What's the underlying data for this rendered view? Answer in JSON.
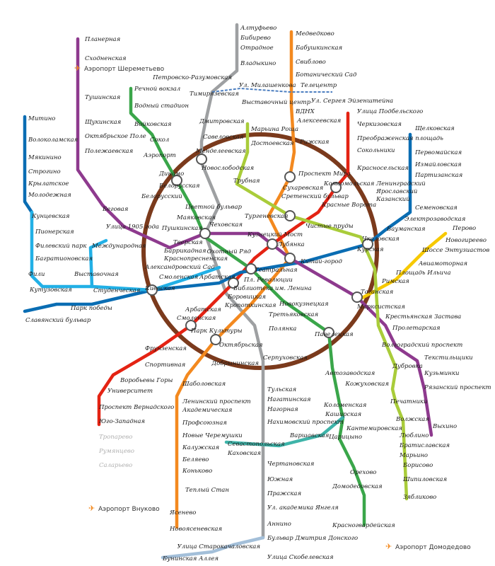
{
  "title": "Схема линий Московского метрополитена",
  "colors": {
    "ring": "#7b3a1c",
    "red": "#e42313",
    "green": "#3aa64a",
    "blue": "#0a6db3",
    "lightblue": "#22b0e6",
    "orange": "#f3891f",
    "purple": "#8e3a8e",
    "yellow": "#f7c900",
    "grey": "#9ea0a2",
    "lime": "#a9cc3a",
    "teal": "#3eb4a9",
    "butovo": "#a3bfd9",
    "monorail": "#4d7fc0",
    "airport": "#f3891f"
  },
  "stations": {
    "grey": [
      "Алтуфьево",
      "Бибирево",
      "Отрадное",
      "Владыкино",
      "Петровско-Разумовская",
      "Тимирязевская",
      "Дмитровская",
      "Савеловская",
      "Менделеевская",
      "Цветной бульвар",
      "Чеховская",
      "Боровицкая",
      "Полянка",
      "Серпуховская",
      "Тульская",
      "Нагатинская",
      "Нагорная",
      "Нахимовский проспект",
      "Севастопольская",
      "Чертановская",
      "Южная",
      "Пражская",
      "Ул. академика Янгеля",
      "Аннино",
      "Бульвар Дмитрия Донского"
    ],
    "orange": [
      "Медведково",
      "Бабушкинская",
      "Свиблово",
      "Ботанический Сад",
      "ВДНХ",
      "Алексеевская",
      "Рижская",
      "Проспект Мира",
      "Сухаревская",
      "Тургеневская",
      "Китай-город",
      "Третьяковская",
      "Октябрьская",
      "Шаболовская",
      "Ленинский проспект",
      "Академическая",
      "Профсоюзная",
      "Новые Черемушки",
      "Калужская",
      "Беляево",
      "Коньково",
      "Теплый Стан",
      "Ясенево",
      "Новоясеневская"
    ],
    "red": [
      "Улица Подбельского",
      "Черкизовская",
      "Преображенская площадь",
      "Сокольники",
      "Красносельская",
      "Комсомольская",
      "Красные Ворота",
      "Чистые пруды",
      "Лубянка",
      "Охотный Ряд",
      "Библиотека им. Ленина",
      "Кропоткинская",
      "Парк Культуры",
      "Фрунзенская",
      "Спортивная",
      "Воробьевы Горы",
      "Университет",
      "Проспект Вернадского",
      "Юго-Западная"
    ],
    "red_future": [
      "Тропарево",
      "Румянцево",
      "Саларьево"
    ],
    "green": [
      "Речной вокзал",
      "Водный стадион",
      "Войковская",
      "Сокол",
      "Аэропорт",
      "Динамо",
      "Белорусская",
      "Маяковская",
      "Тверская",
      "Театральная",
      "Новокузнецкая",
      "Павелецкая",
      "Автозаводская",
      "Коломенская",
      "Каширская",
      "Кантемировская",
      "Царицыно",
      "Орехово",
      "Домодедовская",
      "Красногвардейская"
    ],
    "blue": [
      "Щелковская",
      "Первомайская",
      "Измайловская",
      "Партизанская",
      "Семеновская",
      "Электрозаводская",
      "Бауманская",
      "Курская",
      "Пл. Революции",
      "Арбатская",
      "Смоленская",
      "Киевская",
      "Парк победы",
      "Славянский бульвар",
      "Кунцевская",
      "Молодежная",
      "Крылатское",
      "Строгино",
      "Мякинино",
      "Волоколамская",
      "Митино"
    ],
    "lightblue": [
      "Пионерская",
      "Филевский парк",
      "Багратионовская",
      "Фили",
      "Кутузовская",
      "Студенческая",
      "Выставочная",
      "Международная",
      "Александровский Сад",
      "Смоленская",
      "Арбатская"
    ],
    "purple": [
      "Планерная",
      "Сходненская",
      "Тушинская",
      "Щукинская",
      "Октябрьское Поле",
      "Полежаевская",
      "Беговая",
      "Улица 1905 года",
      "Баррикадная",
      "Краснопресненская",
      "Пушкинская",
      "Кузнецкий Мост",
      "Таганская",
      "Пролетарская",
      "Волгоградский проспект",
      "Текстильщики",
      "Кузьминки",
      "Рязанский проспект",
      "Выхино"
    ],
    "yellow": [
      "Новогиреево",
      "Перово",
      "Шоссе Энтузиастов",
      "Авиамоторная",
      "Площадь Ильича",
      "Марксистская"
    ],
    "lime": [
      "Марьина Роща",
      "Достоевская",
      "Трубная",
      "Сретенский бульвар",
      "Чкаловская",
      "Римская",
      "Крестьянская Застава",
      "Дубровка",
      "Кожуховская",
      "Печатники",
      "Волжская",
      "Люблино",
      "Братиславская",
      "Марьино",
      "Борисово",
      "Шипиловская",
      "Зябликово"
    ],
    "teal": [
      "Варшавская",
      "Каховская"
    ],
    "ring": [
      "Новослободская",
      "Добрынинская"
    ],
    "butovo": [
      "Улица Старокачаловская",
      "Улица Скобелевская",
      "Бунинская Аллея"
    ],
    "monorail": [
      "Выставочный центр",
      "Ул. Сергея Эйзенштейна",
      "Ул. Милашенкова",
      "Телецентр"
    ],
    "stations_rail": [
      "Ленинградский",
      "Ярославский",
      "Казанский",
      "Белорусский"
    ]
  },
  "airports": [
    "Аэропорт Шереметьево",
    "Аэропорт Внуково",
    "Аэропорт Домодедово"
  ]
}
